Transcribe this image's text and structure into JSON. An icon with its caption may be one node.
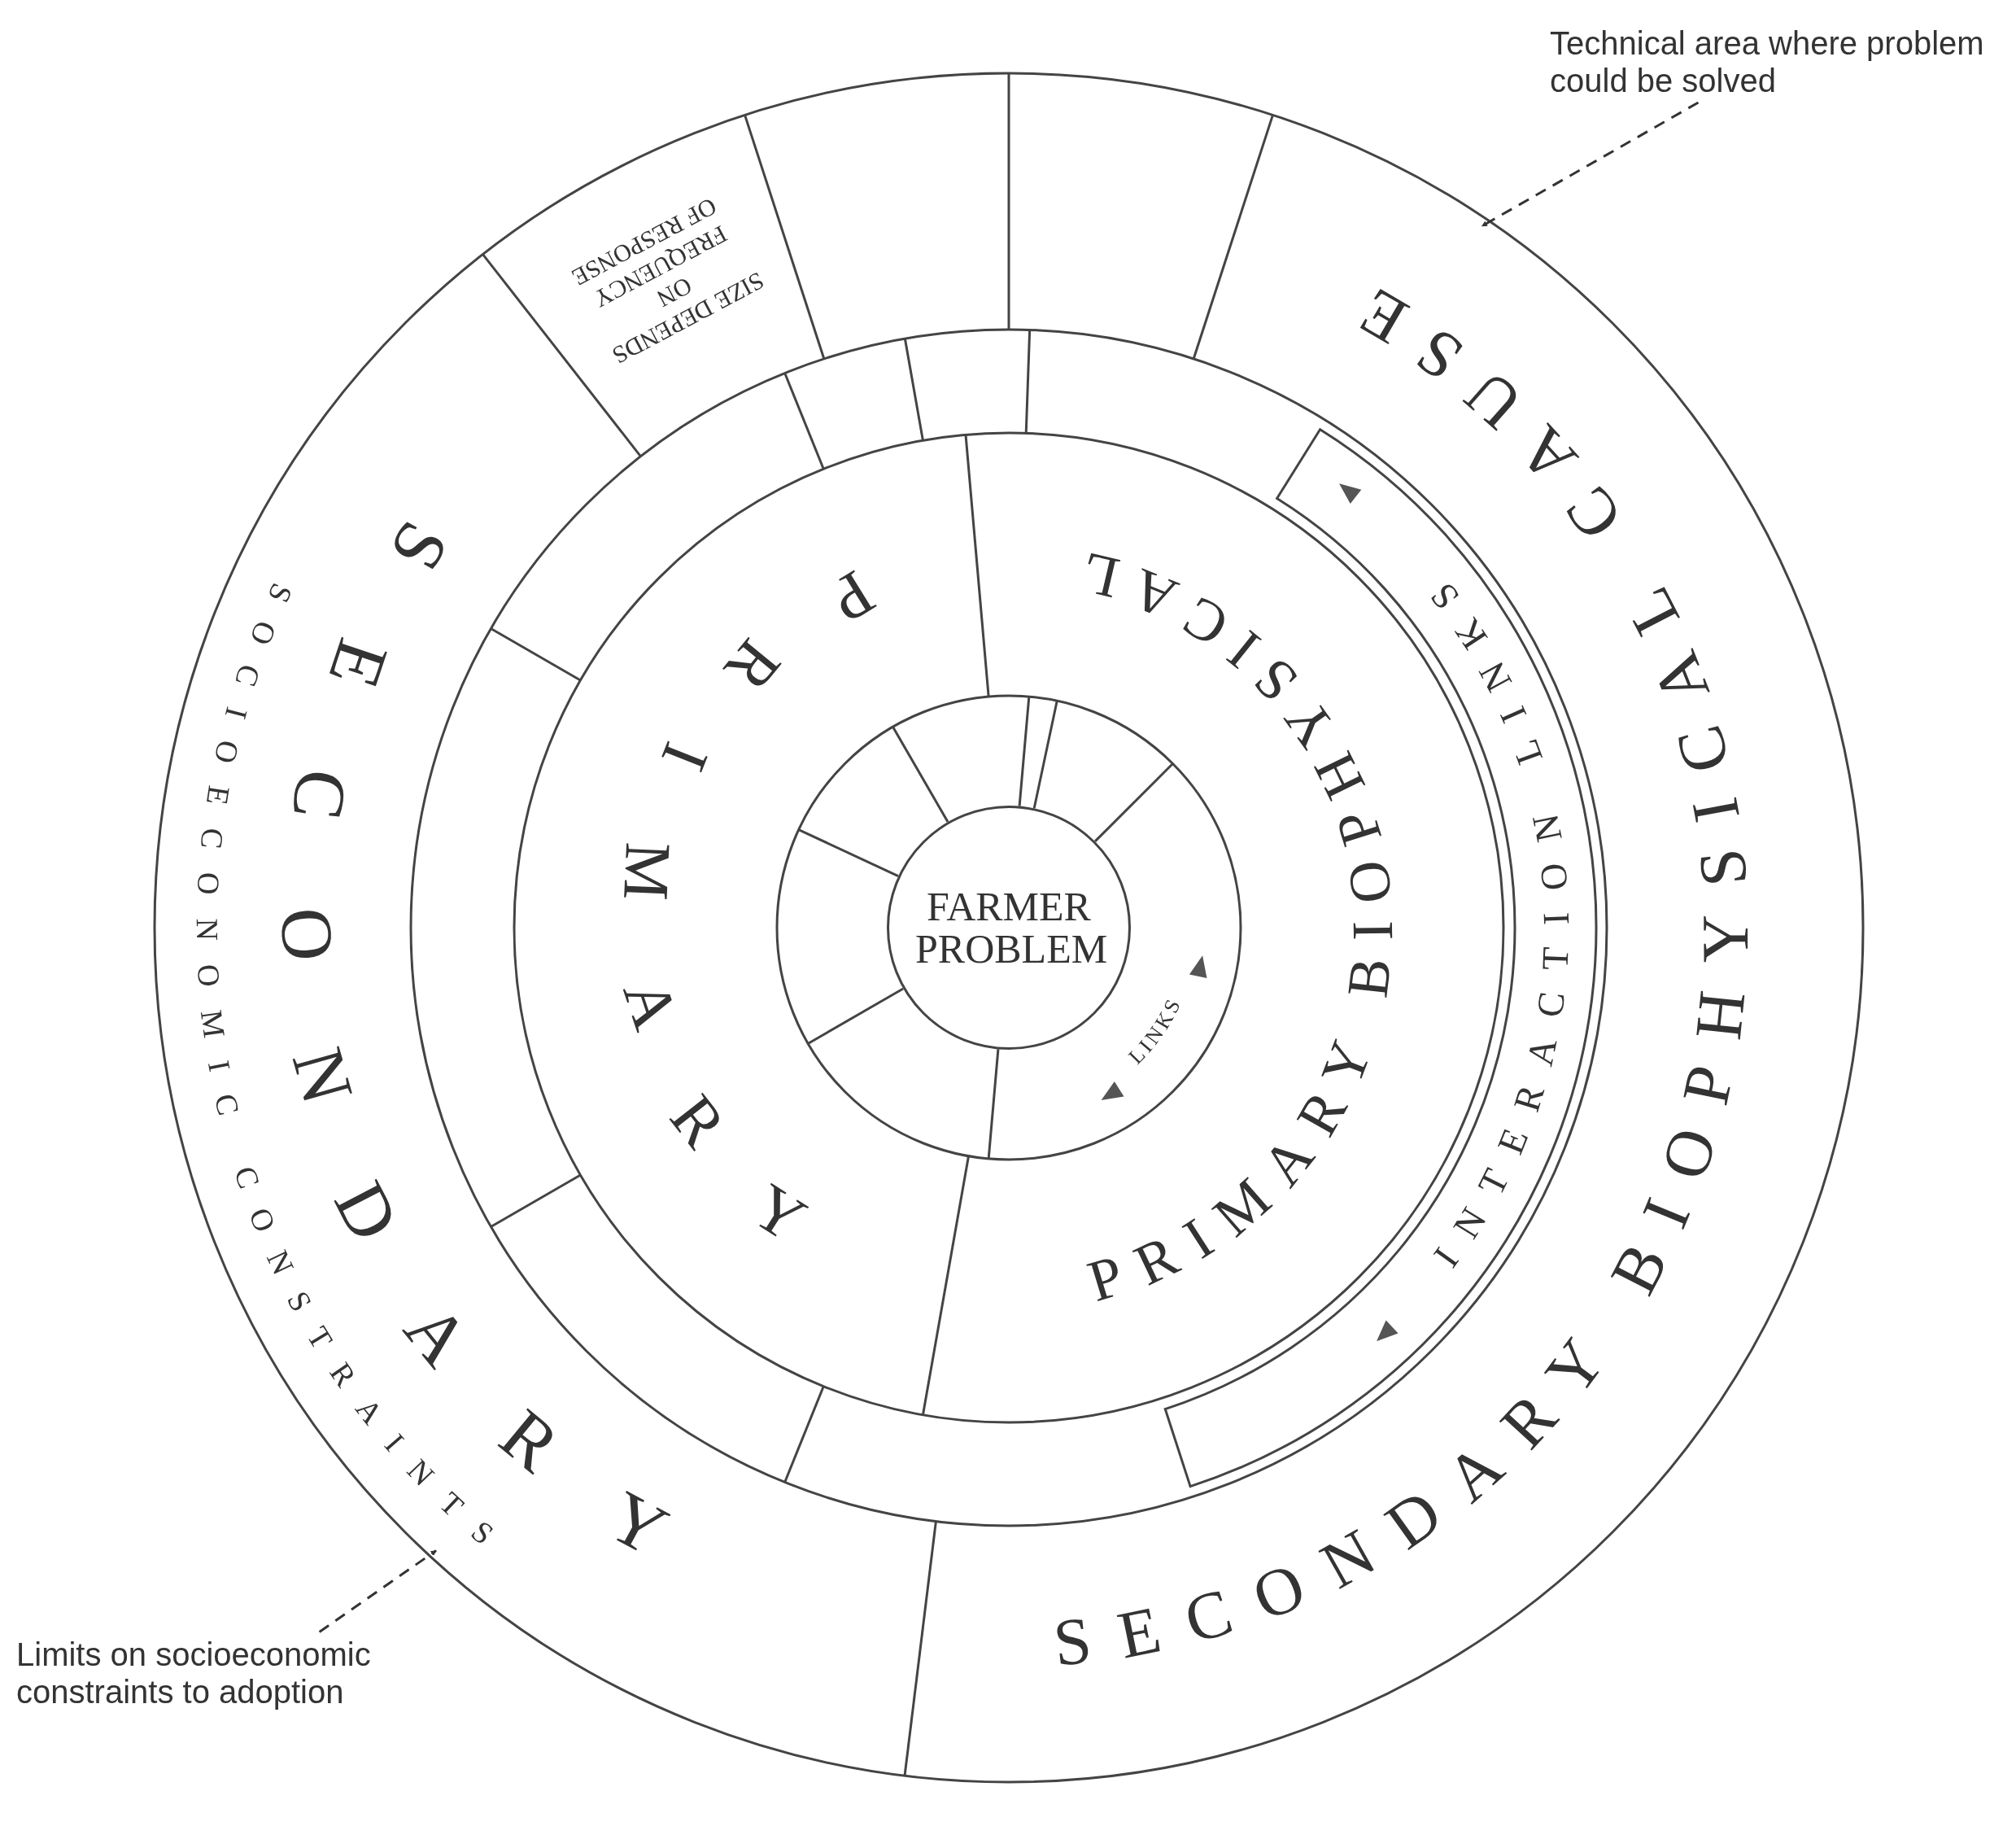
{
  "diagram": {
    "nodes": [
      {
        "text": [
          "FARMER PROBLEM"
        ]
      },
      {
        "text": [
          "PRIMARY"
        ]
      },
      {
        "text": [
          "PRIMARY BIOPHYSICAL"
        ]
      },
      {
        "text": [
          "INTERACTION LINKS"
        ]
      },
      {
        "text": [
          "SECONDARY",
          "SOCIOECONOMIC CONSTRAINTS"
        ]
      },
      {
        "text": [
          "SECONDARY BIOPHYSICAL CAUSE"
        ]
      },
      {
        "text": [
          "SIZE DEPENDS ON FREQUENCY OF RESPONSE"
        ]
      },
      {
        "text": [
          "Technical area where problem could be solved"
        ]
      },
      {
        "text": [
          "Limits on socioeconomic constraints to adoption"
        ]
      }
    ],
    "edges": [
      {
        "from": 7,
        "to": 5,
        "arrow": "to",
        "style": "dashed"
      },
      {
        "from": 8,
        "to": 4,
        "arrow": "to",
        "style": "dashed"
      }
    ],
    "labels": [
      "LINKS"
    ]
  }
}
